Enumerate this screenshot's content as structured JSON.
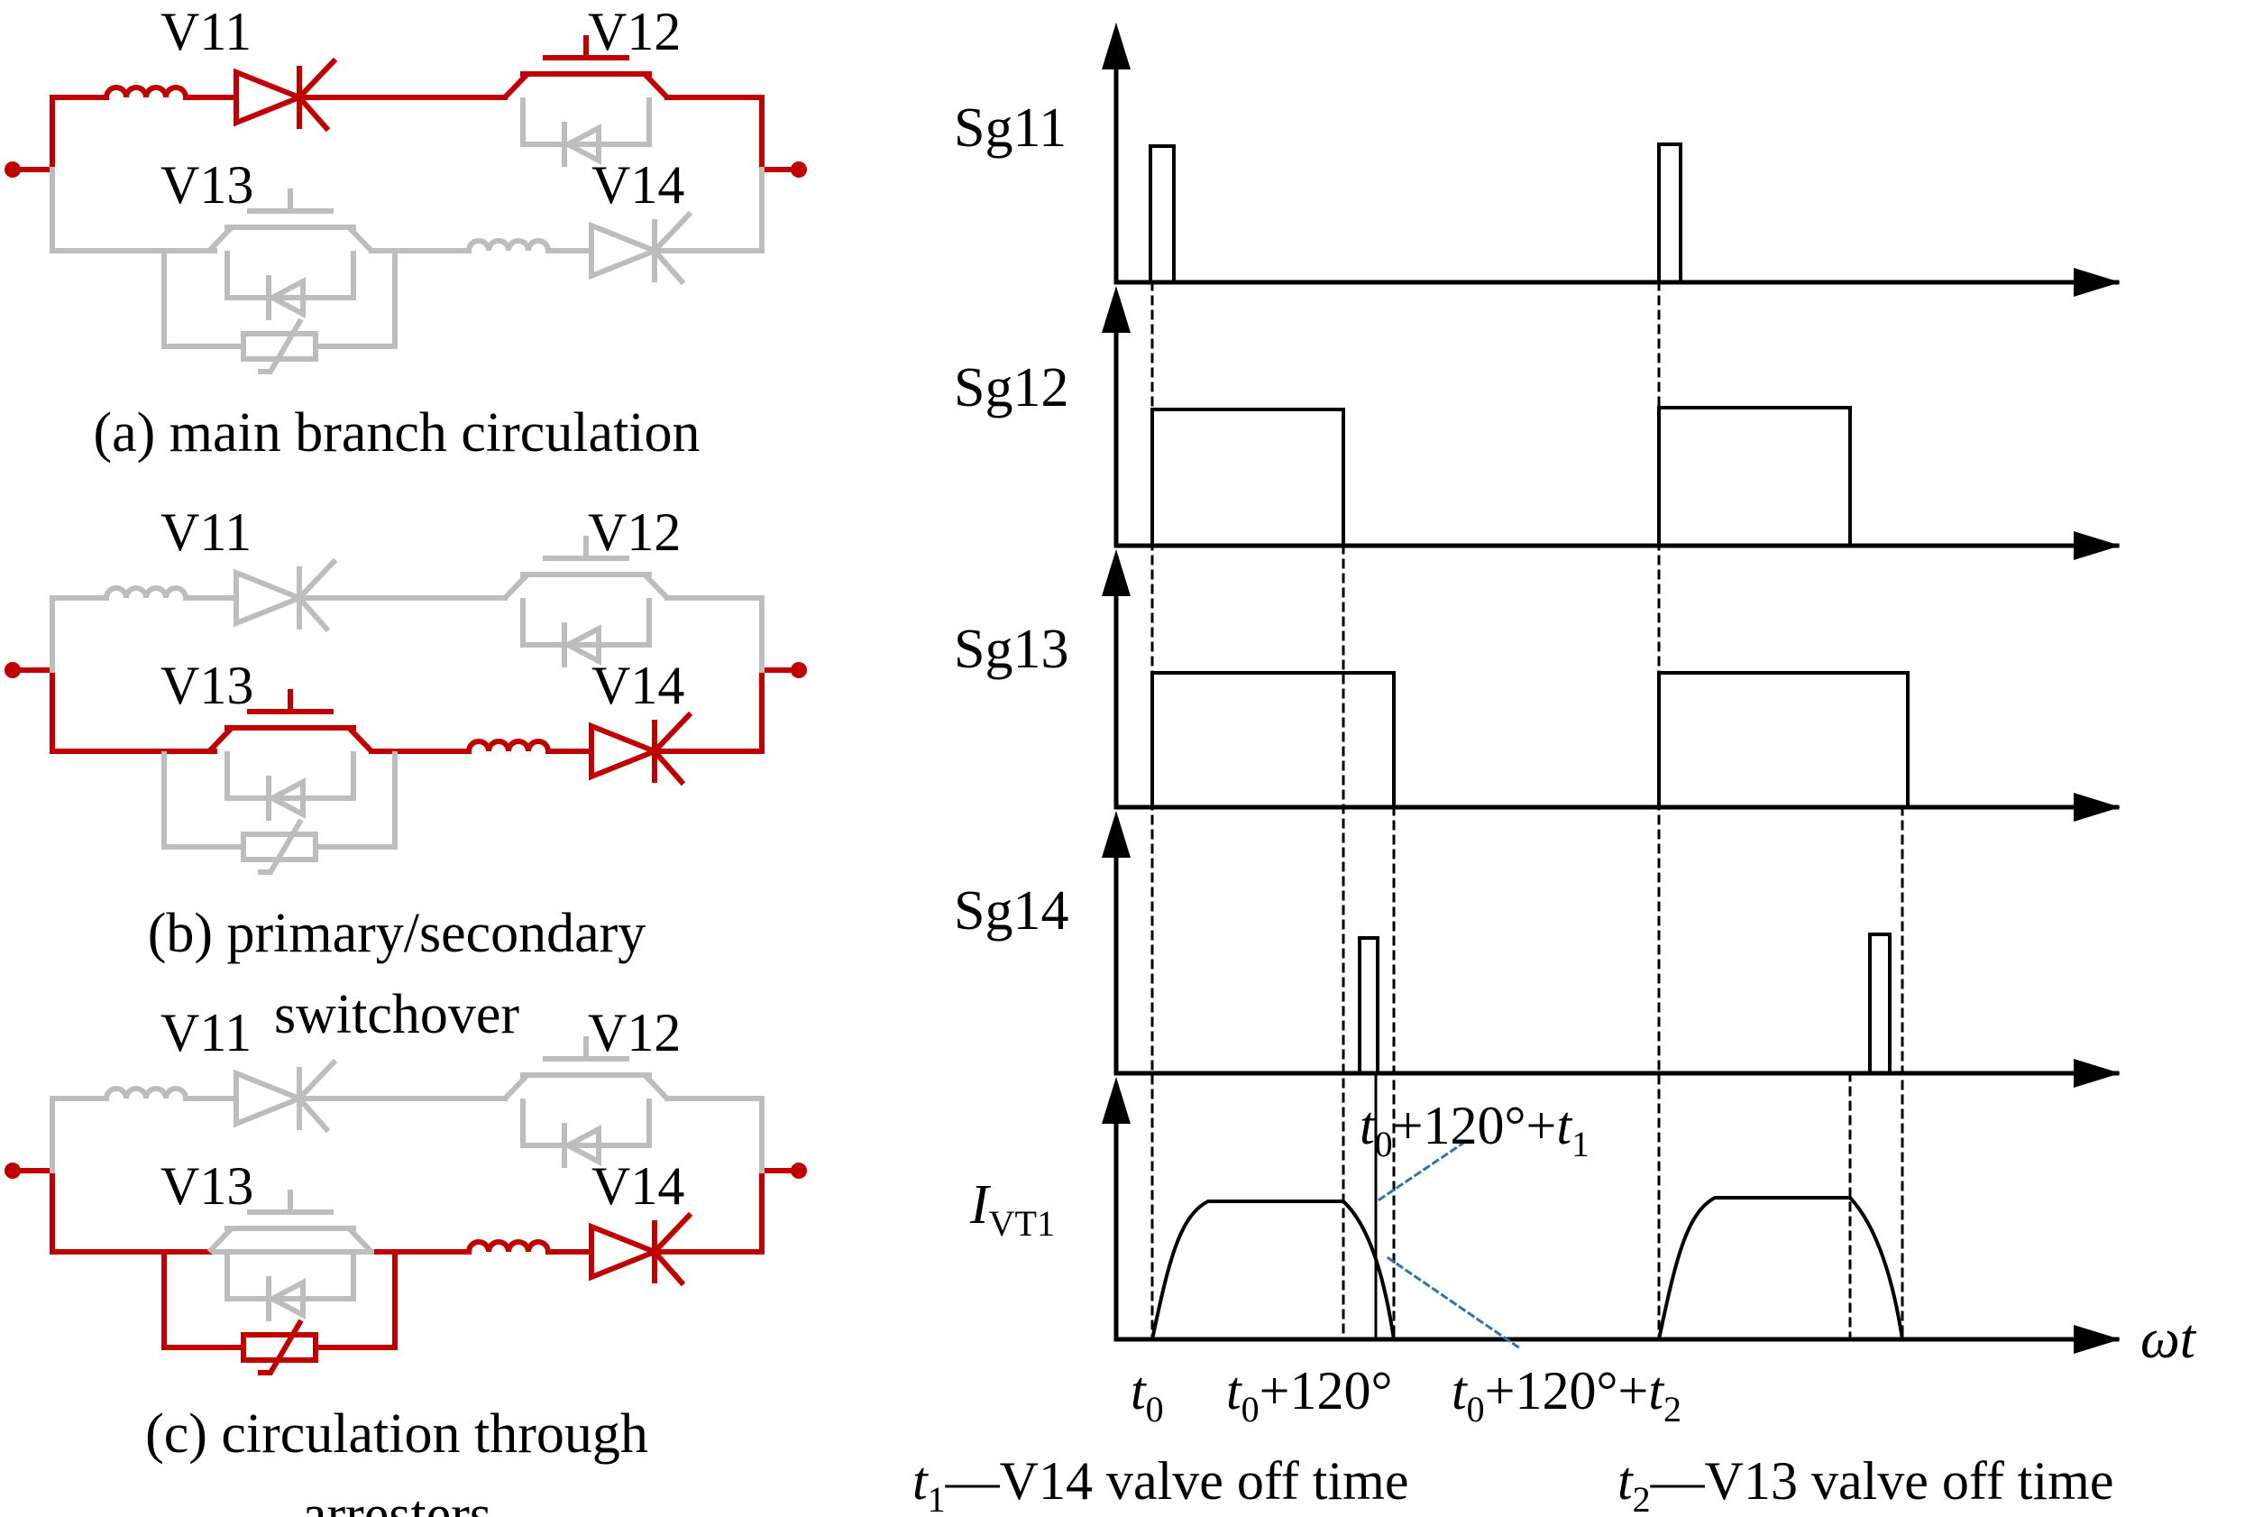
{
  "colors": {
    "active": "#c00000",
    "inactive": "#bdbdbd",
    "ink": "#000000",
    "leader": "#2e75b6"
  },
  "circuits": [
    {
      "caption": [
        "(a) main branch circulation"
      ],
      "labels": [
        "V11",
        "V12",
        "V13",
        "V14"
      ],
      "active_path": "main"
    },
    {
      "caption": [
        "(b) primary/secondary",
        "switchover"
      ],
      "labels": [
        "V11",
        "V12",
        "V13",
        "V14"
      ],
      "active_path": "secondary"
    },
    {
      "caption": [
        "(c) circulation through",
        "arresters"
      ],
      "labels": [
        "V11",
        "V12",
        "V13",
        "V14"
      ],
      "active_path": "arrester"
    }
  ],
  "timing": {
    "signals": [
      "Sg11",
      "Sg12",
      "Sg13",
      "Sg14"
    ],
    "current_label": {
      "main": "I",
      "sub": "VT1"
    },
    "x_axis_label": "ωt",
    "ticks": [
      {
        "t": "t",
        "sub": "0",
        "rest": ""
      },
      {
        "t": "t",
        "sub": "0",
        "rest": "+120°"
      },
      {
        "t": "t",
        "sub": "0",
        "rest": "+120°+",
        "t2": "t",
        "sub2": "2"
      }
    ],
    "annotation": {
      "t": "t",
      "sub": "0",
      "rest": "+120°+",
      "t2": "t",
      "sub2": "1"
    },
    "notes": [
      {
        "t": "t",
        "sub": "1",
        "text": "—V14 valve off time"
      },
      {
        "t": "t",
        "sub": "2",
        "text": "—V13 valve off time"
      }
    ]
  }
}
